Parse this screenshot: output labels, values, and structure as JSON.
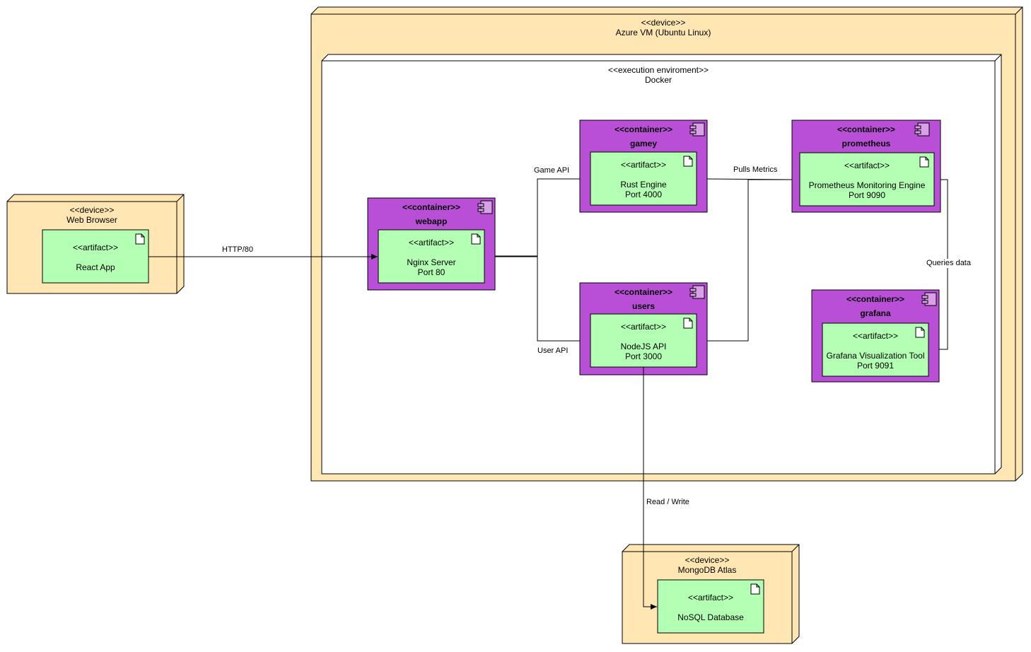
{
  "colors": {
    "device_fill": "#ffe6b3",
    "container_fill": "#b84fd6",
    "artifact_fill": "#b3ffb3",
    "docker_fill": "#ffffff",
    "stroke": "#000000"
  },
  "nodes": {
    "azure_vm": {
      "stereotype": "<<device>>",
      "name": "Azure VM (Ubuntu Linux)"
    },
    "docker": {
      "stereotype": "<<execution enviroment>>",
      "name": "Docker"
    },
    "web_browser": {
      "stereotype": "<<device>>",
      "name": "Web Browser",
      "artifact": {
        "stereotype": "<<artifact>>",
        "name": "React App"
      }
    },
    "mongodb": {
      "stereotype": "<<device>>",
      "name": "MongoDB Atlas",
      "artifact": {
        "stereotype": "<<artifact>>",
        "name": "NoSQL Database"
      }
    },
    "webapp": {
      "stereotype": "<<container>>",
      "name": "webapp",
      "artifact": {
        "stereotype": "<<artifact>>",
        "line1": "Nginx Server",
        "line2": "Port 80"
      }
    },
    "gamey": {
      "stereotype": "<<container>>",
      "name": "gamey",
      "artifact": {
        "stereotype": "<<artifact>>",
        "line1": "Rust Engine",
        "line2": "Port 4000"
      }
    },
    "users": {
      "stereotype": "<<container>>",
      "name": "users",
      "artifact": {
        "stereotype": "<<artifact>>",
        "line1": "NodeJS API",
        "line2": "Port 3000"
      }
    },
    "prometheus": {
      "stereotype": "<<container>>",
      "name": "prometheus",
      "artifact": {
        "stereotype": "<<artifact>>",
        "line1": "Prometheus Monitoring Engine",
        "line2": "Port 9090"
      }
    },
    "grafana": {
      "stereotype": "<<container>>",
      "name": "grafana",
      "artifact": {
        "stereotype": "<<artifact>>",
        "line1": "Grafana Visualization Tool",
        "line2": "Port 9091"
      }
    }
  },
  "edges": {
    "http": "HTTP/80",
    "game_api": "Game API",
    "user_api": "User API",
    "pulls_metrics": "Pulls Metrics",
    "queries_data": "Queries data",
    "read_write": "Read / Write"
  }
}
